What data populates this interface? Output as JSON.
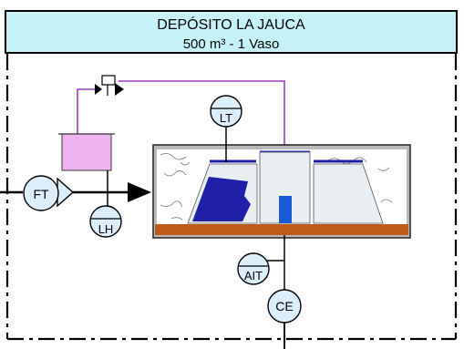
{
  "header": {
    "title": "DEPÓSITO LA JAUCA",
    "subtitle": "500 m³ - 1 Vaso"
  },
  "instruments": {
    "flow_transmitter": "FT",
    "level_transmitter_tank": "LT",
    "level_transmitter_inlet": "LH",
    "analyzer_transmitter": "AIT",
    "conductivity_element": "CE"
  },
  "colors": {
    "header_fill": "#c6f2f7",
    "instrument_fill": "#dbeefa",
    "signal_line": "#9b3fb5",
    "small_tank": "#f0b4f0",
    "water": "#1f1fa8",
    "base": "#c05a1a"
  }
}
